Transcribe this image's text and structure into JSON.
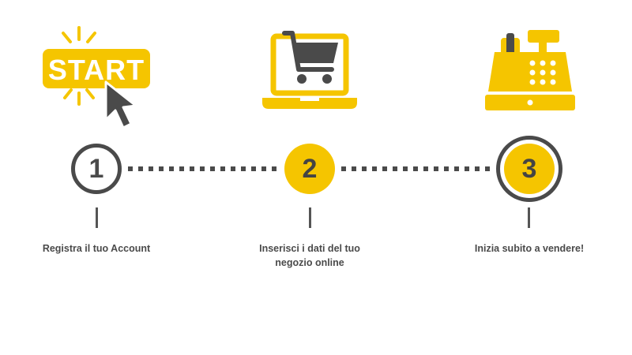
{
  "colors": {
    "accent": "#f5c500",
    "dark": "#4a4a4a",
    "background": "#ffffff"
  },
  "icons": {
    "step1": "start-button-cursor-icon",
    "step2": "laptop-shopping-cart-icon",
    "step3": "cash-register-icon"
  },
  "start_icon_label": "START",
  "steps": [
    {
      "number": "1",
      "caption_lines": [
        "Registra il tuo Account"
      ]
    },
    {
      "number": "2",
      "caption_lines": [
        "Inserisci i dati del tuo",
        "negozio online"
      ]
    },
    {
      "number": "3",
      "caption_lines": [
        "Inizia subito a vendere!"
      ]
    }
  ]
}
